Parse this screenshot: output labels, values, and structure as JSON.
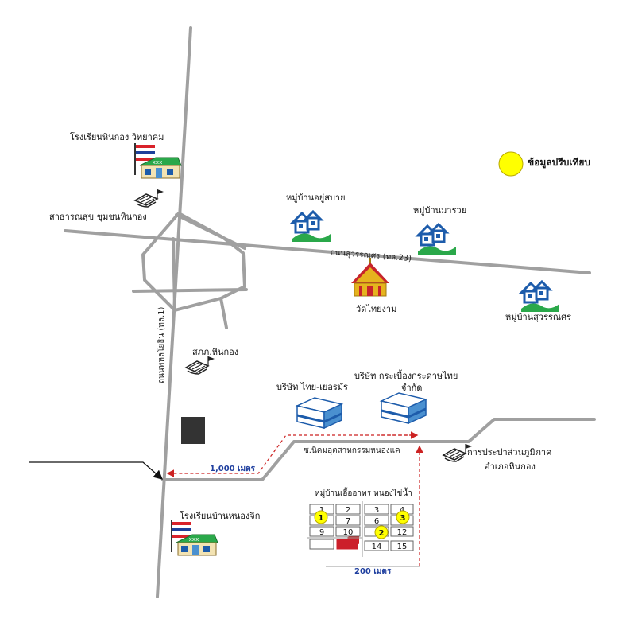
{
  "legend": {
    "label": "ข้อมูลปรีบเทียบ",
    "marker_color": "#ffff00"
  },
  "roads": {
    "east_west": "ถนนสุวรรณศร (ทล.23)",
    "north_south": "ถนนพหลโยธิน (ทล.1)",
    "industrial_soi": "ซ.นิคมอุตสาหกรรมหนองแค"
  },
  "places": {
    "school_hinkong": "โรงเรียนหินกอง วิทยาคม",
    "health_center": "สาธารณสุข ชุมชนหินกอง",
    "village_yusabai": "หมู่บ้านอยู่สบาย",
    "village_marauay": "หมู่บ้านมารวย",
    "village_suwannason": "หมู่บ้านสุวรรณศร",
    "temple": "วัดไทยงาม",
    "police": "สภภ.หินกอง",
    "company_thai_german": "บริษัท ไทย-เยอรมัร",
    "company_tiles_line1": "บริษัท กระเบื้องกระดาษไทย",
    "company_tiles_line2": "จำกัด",
    "waterworks_line1": "การประปาส่วนภูมิภาค",
    "waterworks_line2": "อำเภอหินกอง",
    "school_nongjik": "โรงเรียนบ้านหนองจิก",
    "subdivision": "หมู่บ้านเอื้ออาทร หนองไข่น้ำ"
  },
  "distances": {
    "d1": "1,000 เมตร",
    "d2": "200 เมตร"
  },
  "plots": [
    "1",
    "2",
    "3",
    "4",
    "7",
    "6",
    "9",
    "10",
    "12",
    "14",
    "15"
  ],
  "markers": [
    "1",
    "2",
    "3"
  ],
  "colors": {
    "road": "#a0a0a0",
    "house_blue": "#1d5cab",
    "lawn_green": "#2aa84a",
    "flag_red": "#d9222a",
    "flag_blue": "#1d3f9a",
    "distance_blue": "#1f3f9f",
    "distance_red": "#cc2222",
    "block_dark": "#333333",
    "plot_red": "#cc1f2a",
    "temple_gold": "#e6b31e"
  }
}
